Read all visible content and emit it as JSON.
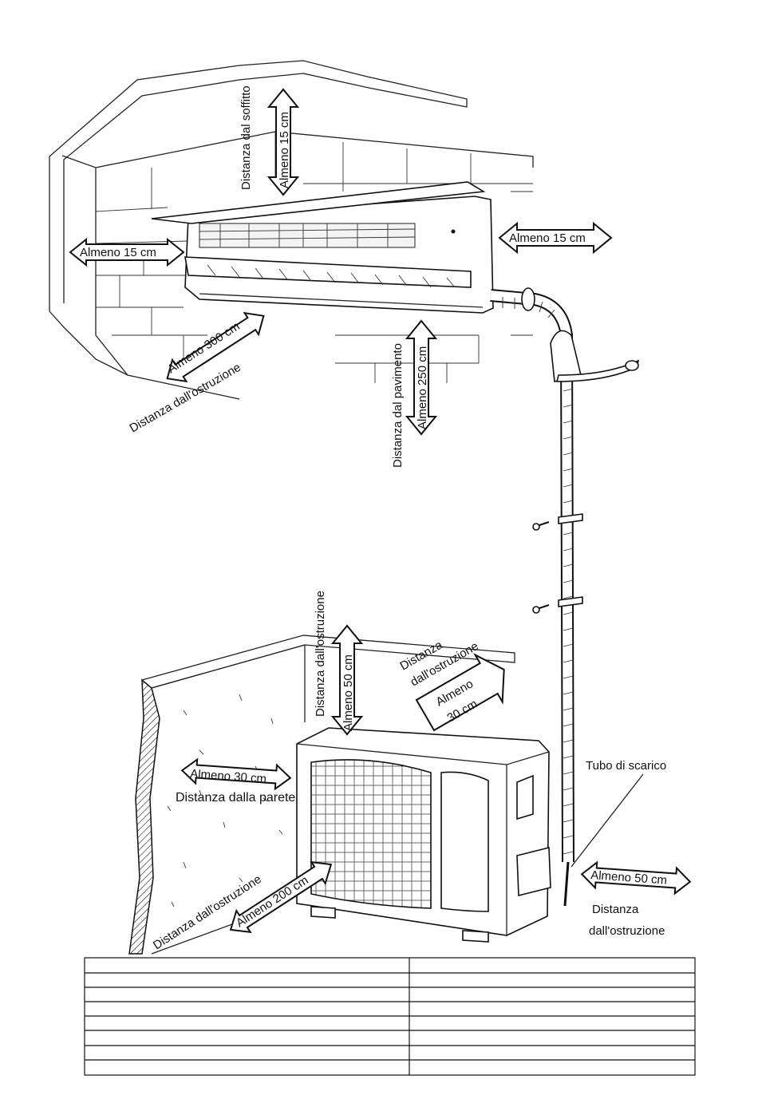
{
  "labels": {
    "ceiling_distance": "Distanza dal soffitto",
    "ceiling_min": "Almeno 15 cm",
    "left_min": "Almeno 15 cm",
    "right_min": "Almeno 15 cm",
    "front_min": "Almeno 300 cm",
    "front_distance": "Distanza dall'ostruzione",
    "floor_distance": "Distanza dal pavimento",
    "floor_min": "Almeno 250 cm",
    "outdoor_top_distance": "Distanza dall'ostruzione",
    "outdoor_top_min": "Almeno 50 cm",
    "outdoor_back_distance_1": "Distanza",
    "outdoor_back_distance_2": "dall'ostruzione",
    "outdoor_back_min_1": "Almeno",
    "outdoor_back_min_2": "30 cm",
    "outdoor_wall_min": "Almeno 30 cm",
    "outdoor_wall_distance": "Distanza dalla parete",
    "outdoor_front_distance": "Distanza dall'ostruzione",
    "outdoor_front_min": "Almeno 200 cm",
    "drain_pipe": "Tubo di scarico",
    "outdoor_right_min": "Almeno 50 cm",
    "outdoor_right_distance_1": "Distanza",
    "outdoor_right_distance_2": "dall'ostruzione"
  },
  "table": {
    "rows": 8,
    "columns": 2,
    "cells": []
  }
}
